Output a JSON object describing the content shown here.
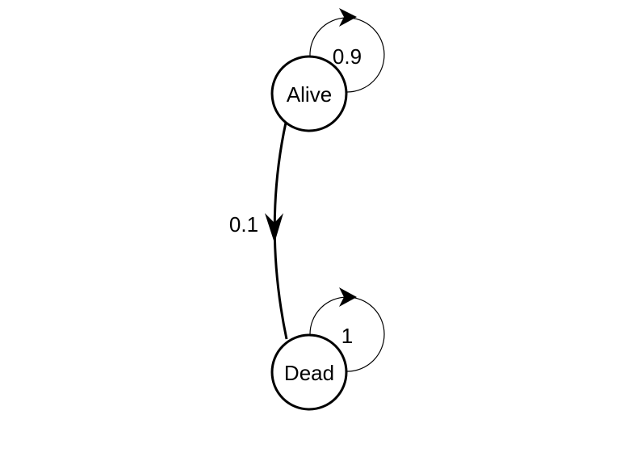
{
  "nodes": {
    "alive": {
      "label": "Alive"
    },
    "dead": {
      "label": "Dead"
    }
  },
  "edges": {
    "alive_to_alive": {
      "label": "0.9"
    },
    "alive_to_dead": {
      "label": "0.1"
    },
    "dead_to_dead": {
      "label": "1"
    }
  }
}
